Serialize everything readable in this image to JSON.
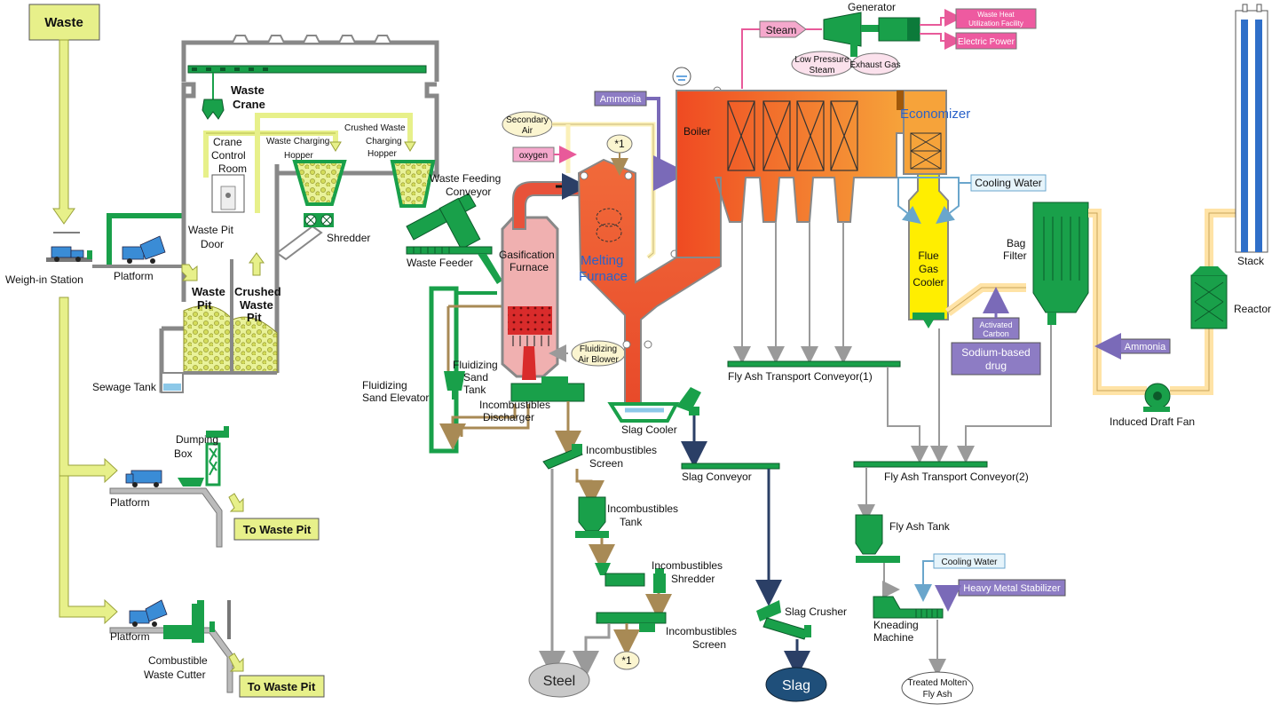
{
  "labels": {
    "waste": "Waste",
    "weigh_in_station": "Weigh-in Station",
    "platform_1": "Platform",
    "waste_crane_1": "Waste",
    "waste_crane_2": "Crane",
    "crane_control_1": "Crane",
    "crane_control_2": "Control",
    "crane_control_3": "Room",
    "waste_pit_door_1": "Waste Pit",
    "waste_pit_door_2": "Door",
    "waste_pit_1": "Waste",
    "waste_pit_2": "Pit",
    "crushed_waste_pit_1": "Crushed",
    "crushed_waste_pit_2": "Waste",
    "crushed_waste_pit_3": "Pit",
    "sewage_tank": "Sewage Tank",
    "waste_charging_hopper_1": "Waste Charging",
    "waste_charging_hopper_2": "Hopper",
    "crushed_waste_hopper_1": "Crushed Waste",
    "crushed_waste_hopper_2": "Charging",
    "crushed_waste_hopper_3": "Hopper",
    "shredder": "Shredder",
    "waste_feeding_conveyor_1": "Waste Feeding",
    "waste_feeding_conveyor_2": "Conveyor",
    "waste_feeder": "Waste Feeder",
    "dumping_box_1": "Dumping",
    "dumping_box_2": "Box",
    "platform_2": "Platform",
    "to_waste_pit_1": "To Waste Pit",
    "platform_3": "Platform",
    "combustible_cutter_1": "Combustible",
    "combustible_cutter_2": "Waste Cutter",
    "to_waste_pit_2": "To Waste Pit",
    "secondary_air_1": "Secondary",
    "secondary_air_2": "Air",
    "oxygen": "oxygen",
    "ammonia_1": "Ammonia",
    "star_1_top": "*1",
    "gasification_furnace_1": "Gasification",
    "gasification_furnace_2": "Furnace",
    "melting_furnace_1": "Melting",
    "melting_furnace_2": "Furnace",
    "fluidizing_air_blower_1": "Fluidizing",
    "fluidizing_air_blower_2": "Air Blower",
    "fluidizing_sand_tank_1": "Fluidizing",
    "fluidizing_sand_tank_2": "Sand",
    "fluidizing_sand_tank_3": "Tank",
    "fluidizing_sand_elevator_1": "Fluidizing",
    "fluidizing_sand_elevator_2": "Sand Elevator",
    "incombustibles_discharger_1": "Incombustibles",
    "incombustibles_discharger_2": "Discharger",
    "slag_cooler": "Slag Cooler",
    "boiler": "Boiler",
    "steam": "Steam",
    "generator": "Generator",
    "low_pressure_steam_1": "Low Pressure",
    "low_pressure_steam_2": "Steam",
    "exhaust_gas": "Exhaust Gas",
    "waste_heat_1": "Waste Heat",
    "waste_heat_2": "Utilization Facility",
    "electric_power": "Electric Power",
    "economizer": "Economizer",
    "cooling_water_1": "Cooling Water",
    "flue_gas_cooler_1": "Flue",
    "flue_gas_cooler_2": "Gas",
    "flue_gas_cooler_3": "Cooler",
    "bag_filter_1": "Bag",
    "bag_filter_2": "Filter",
    "activated_carbon_1": "Activated",
    "activated_carbon_2": "Carbon",
    "sodium_drug_1": "Sodium-based",
    "sodium_drug_2": "drug",
    "ammonia_2": "Ammonia",
    "reactor": "Reactor",
    "stack": "Stack",
    "induced_draft_fan": "Induced Draft Fan",
    "fly_ash_conveyor_1": "Fly Ash Transport Conveyor(1)",
    "fly_ash_conveyor_2": "Fly Ash Transport Conveyor(2)",
    "incombustibles_screen_1a": "Incombustibles",
    "incombustibles_screen_1b": "Screen",
    "slag_conveyor": "Slag Conveyor",
    "incombustibles_tank_1": "Incombustibles",
    "incombustibles_tank_2": "Tank",
    "incombustibles_shredder_1": "Incombustibles",
    "incombustibles_shredder_2": "Shredder",
    "incombustibles_screen_2a": "Incombustibles",
    "incombustibles_screen_2b": "Screen",
    "star_1_bottom": "*1",
    "steel": "Steel",
    "slag_crusher": "Slag Crusher",
    "slag": "Slag",
    "fly_ash_tank": "Fly Ash Tank",
    "cooling_water_2": "Cooling Water",
    "heavy_metal_stabilizer": "Heavy Metal Stabilizer",
    "kneading_machine_1": "Kneading",
    "kneading_machine_2": "Machine",
    "treated_fly_ash_1": "Treated Molten",
    "treated_fly_ash_2": "Fly Ash"
  },
  "colors": {
    "equipment_green": "#19a04a",
    "waste_yellow": "#e7f08a",
    "boiler_orange": "#f06a2a",
    "furnace_red": "#e8523a",
    "flue_gas_yellow": "#ffee00",
    "gas_duct_cream": "#ffe3a6",
    "pink_box": "#ee5aa0",
    "purple_box": "#8d7cc4",
    "blue_label": "#2a62c9"
  }
}
